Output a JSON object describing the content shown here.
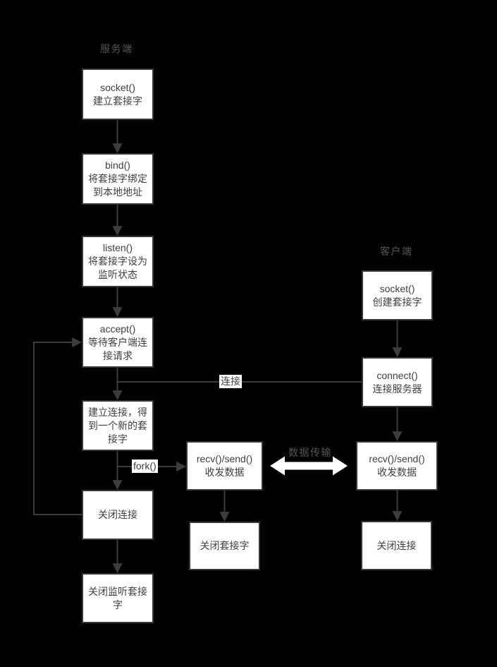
{
  "headers": {
    "server": "服务端",
    "client": "客户端"
  },
  "edge_labels": {
    "connect": "连接",
    "fork": "fork()",
    "data_transfer": "数据传输"
  },
  "nodes": {
    "server": [
      {
        "name": "socket",
        "lines": [
          "socket()",
          "建立套接字"
        ]
      },
      {
        "name": "bind",
        "lines": [
          "bind()",
          "将套接字绑定",
          "到本地地址"
        ]
      },
      {
        "name": "listen",
        "lines": [
          "listen()",
          "将套接字设为",
          "监听状态"
        ]
      },
      {
        "name": "accept",
        "lines": [
          "accept()",
          "等待客户端连",
          "接请求"
        ]
      },
      {
        "name": "new-socket",
        "lines": [
          "建立连接，得",
          "到一个新的套",
          "接字"
        ]
      },
      {
        "name": "close-conn",
        "lines": [
          "关闭连接"
        ]
      },
      {
        "name": "close-listen",
        "lines": [
          "关闭监听套接",
          "字"
        ]
      }
    ],
    "server_worker": [
      {
        "name": "recv-send",
        "lines": [
          "recv()/send()",
          "收发数据"
        ]
      },
      {
        "name": "close-socket",
        "lines": [
          "关闭套接字"
        ]
      }
    ],
    "client": [
      {
        "name": "socket",
        "lines": [
          "socket()",
          "创建套接字"
        ]
      },
      {
        "name": "connect",
        "lines": [
          "connect()",
          "连接服务器"
        ]
      },
      {
        "name": "recv-send",
        "lines": [
          "recv()/send()",
          "收发数据"
        ]
      },
      {
        "name": "close-conn",
        "lines": [
          "关闭连接"
        ]
      }
    ]
  },
  "colors": {
    "background": "#000000",
    "box_fill": "#ffffff",
    "box_border": "#373737",
    "box_text": "#3f3f3f",
    "line": "#3d3d3d",
    "muted_label": "#565656",
    "data_arrow_fill": "#ffffff"
  }
}
